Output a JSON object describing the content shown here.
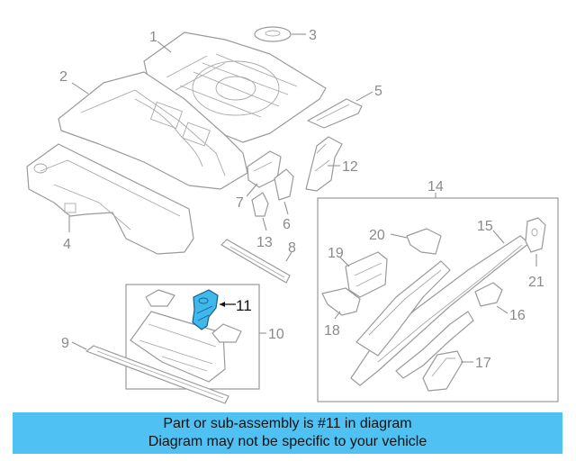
{
  "diagram": {
    "highlight_color": "#3fb8ee",
    "highlighted_part": "11",
    "callouts": {
      "p1": "1",
      "p2": "2",
      "p3": "3",
      "p4": "4",
      "p5": "5",
      "p6": "6",
      "p7": "7",
      "p8": "8",
      "p9": "9",
      "p10": "10",
      "p11": "11",
      "p12": "12",
      "p13": "13",
      "p14": "14",
      "p15": "15",
      "p16": "16",
      "p17": "17",
      "p18": "18",
      "p19": "19",
      "p20": "20",
      "p21": "21"
    }
  },
  "banner": {
    "color": "#4fc1f3",
    "line1": "Part or sub-assembly is #11 in diagram",
    "line2": "Diagram may not be specific to your vehicle"
  }
}
